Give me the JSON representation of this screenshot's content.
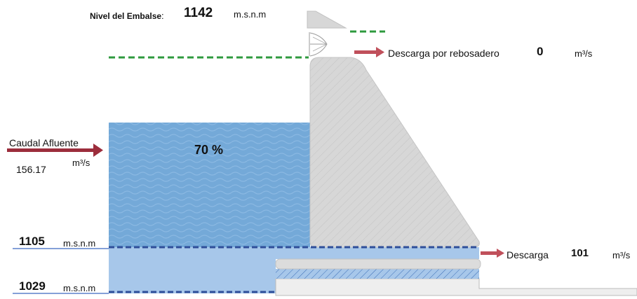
{
  "reservoir": {
    "level_label": "Nivel del Embalse",
    "level_separator": ":",
    "level_value": "1142",
    "level_unit": "m.s.n.m",
    "fill_percent_text": "70 %",
    "fill_fraction": 0.7
  },
  "inflow": {
    "label": "Caudal Afluente",
    "value": "156.17",
    "unit": "m³/s"
  },
  "spillway": {
    "label": "Descarga por rebosadero",
    "value": "0",
    "unit": "m³/s"
  },
  "discharge": {
    "label": "Descarga",
    "value": "101",
    "unit": "m³/s"
  },
  "levels": {
    "upper": {
      "value": "1105",
      "unit": "m.s.n.m"
    },
    "lower": {
      "value": "1029",
      "unit": "m.s.n.m"
    }
  },
  "colors": {
    "water_dark": "#74a9d8",
    "water_light": "#a7c7ea",
    "dam": "#d7d7d7",
    "dashed_green": "#2e9a3e",
    "dashed_blue": "#2f4f9a",
    "arrow": "#b0454f",
    "level_line": "#3a68c0"
  }
}
